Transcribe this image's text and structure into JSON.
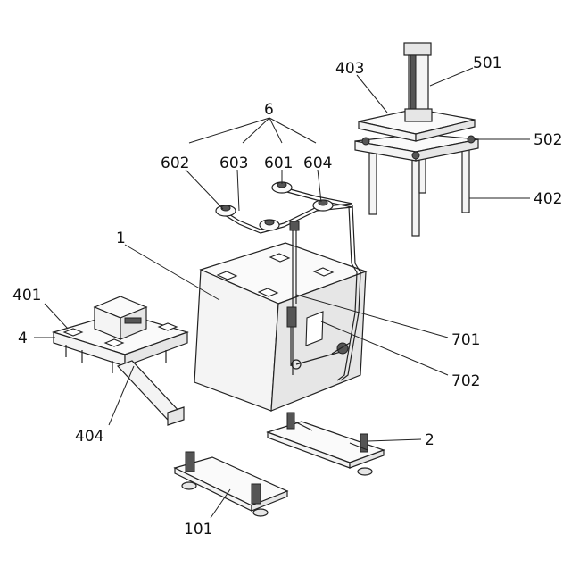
{
  "labels": {
    "l1": "1",
    "l2": "2",
    "l4": "4",
    "l6": "6",
    "l101": "101",
    "l401": "401",
    "l402": "402",
    "l403": "403",
    "l404": "404",
    "l501": "501",
    "l502": "502",
    "l601": "601",
    "l602": "602",
    "l603": "603",
    "l604": "604",
    "l701": "701",
    "l702": "702"
  }
}
